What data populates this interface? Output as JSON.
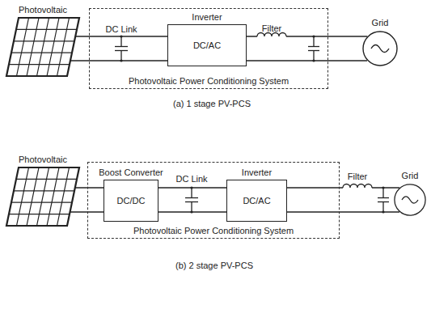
{
  "diagram": {
    "nodes": [
      {
        "text": [
          "Photovoltaic"
        ]
      },
      {
        "text": [
          "Photovoltaic Power Conditioning System"
        ]
      },
      {
        "text": [
          "Inverter",
          "DC/AC"
        ],
        "in": 1
      },
      {
        "text": [
          "Grid"
        ]
      },
      {
        "text": [
          "Photovoltaic"
        ]
      },
      {
        "text": [
          "Photovoltaic Power Conditioning System"
        ]
      },
      {
        "text": [
          "Boost Converter",
          "DC/DC"
        ],
        "in": 5
      },
      {
        "text": [
          "Inverter",
          "DC/AC"
        ],
        "in": 5
      },
      {
        "text": [
          "Grid"
        ]
      }
    ],
    "edges": [
      {
        "from": 0,
        "to": 2,
        "arrow": "none"
      },
      {
        "from": 2,
        "to": 3,
        "arrow": "none"
      },
      {
        "from": 4,
        "to": 6,
        "arrow": "none"
      },
      {
        "from": 6,
        "to": 7,
        "arrow": "none"
      },
      {
        "from": 7,
        "to": 8,
        "arrow": "none"
      }
    ],
    "labels": [
      "DC Link",
      "Filter",
      "(a) 1 stage PV-PCS",
      "DC Link",
      "Filter",
      "(b) 2 stage PV-PCS"
    ]
  }
}
